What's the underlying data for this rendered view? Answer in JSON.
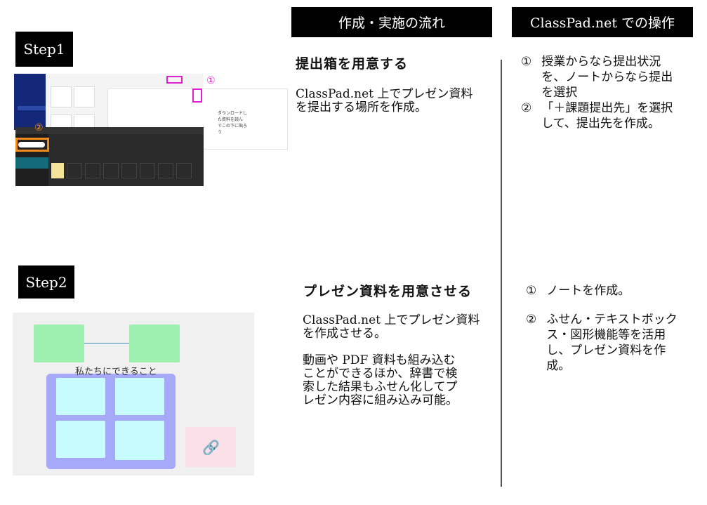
{
  "headers": {
    "flow": "作成・実施の流れ",
    "ops": "ClassPad.net での操作"
  },
  "steps": [
    {
      "label": "Step1",
      "title": "提出箱を用意する",
      "body": [
        "ClassPad.net 上でプレゼン資料",
        "を提出する場所を作成。"
      ],
      "ops": [
        {
          "num": "①",
          "lines": [
            "授業からなら提出状況",
            "を、ノートからなら提出",
            "を選択"
          ]
        },
        {
          "num": "②",
          "lines": [
            "「＋課題提出先」を選択",
            "して、提出先を作成。"
          ]
        }
      ],
      "shot": {
        "markers": [
          "①",
          "②"
        ],
        "right_panel": [
          "ダウンロードし",
          "た資料を読ん",
          "でこの下に貼ろ",
          "う"
        ]
      }
    },
    {
      "label": "Step2",
      "title": "プレゼン資料を用意させる",
      "body": [
        "ClassPad.net 上でプレゼン資料",
        "を作成させる。",
        "",
        "動画や PDF 資料も組み込む",
        "ことができるほか、辞書で検",
        "索した結果もふせん化してプ",
        "レゼン内容に組み込み可能。"
      ],
      "ops": [
        {
          "num": "①",
          "lines": [
            "ノートを作成。"
          ]
        },
        {
          "num": "②",
          "lines": [
            "ふせん・テキストボック",
            "ス・図形機能等を活用",
            "し、プレゼン資料を作",
            "成。"
          ]
        }
      ],
      "shot": {
        "heading": "私たちにできること"
      }
    }
  ],
  "colors": {
    "magenta": "#e020d0",
    "orange": "#f08a1c",
    "green": "#9ef0b0",
    "cyan": "#c8fbfb",
    "purple": "#a6a8f8",
    "pink": "#fbe0ea"
  }
}
